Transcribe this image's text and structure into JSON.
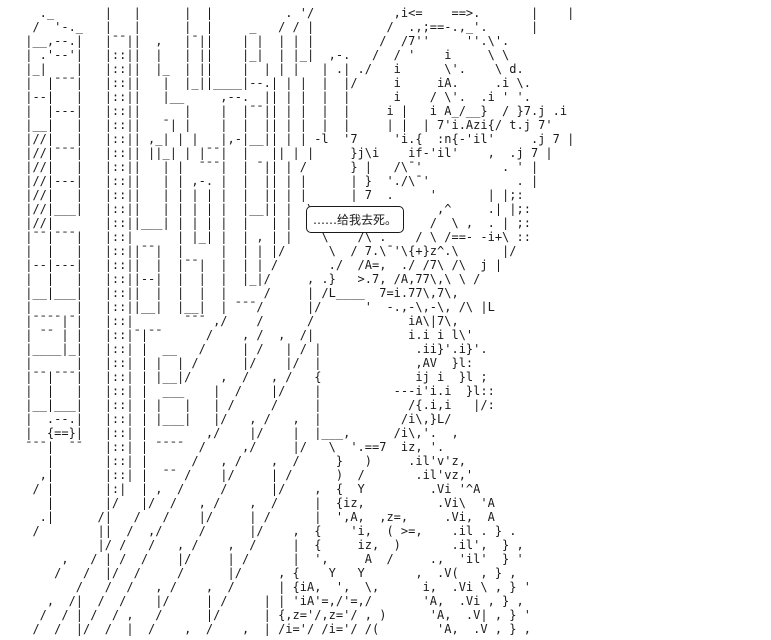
{
  "page": {
    "background_color": "#ffffff",
    "ink_color": "#1a1a1a",
    "description": "Monochrome 2channel-style ASCII art scene of a character with long hair beside an interior line structure"
  },
  "speech_bubble": {
    "text": "……给我去死。"
  },
  "ascii_art": {
    "lines": [
      "   ._       |   |      |  |          . '/           ,i<=    ==>.       |    |",
      "  /  '-._   |   |      |  |     _   / / |          /  .,;==-.,_'.      |",
      " |__,--.|   |¯¯||  ,   |¯||    | |  | | |         /  /7''     ''.\\'.",
      " | .'--'|   |::||  |   | ||    |_|  | |_|  ,-.   /  / '    i     \\ \\",
      " |_|    |   |::||  |_  | ||    |  | | |   | .| ./   i      \\'.    \\ d.",
      " |  |¯¯¯|   |::||   |  |_||____|--.| | |  |  |/     i     iA.     .i \\.",
      " |--|   |   |::||   |__     ,--.  || | |  |  |      i    / \\'.  .i ' '.",
      " |  |---|   |::||      |    |  |¯¯|| | |  |  |     i |   i A_/__}  / }7.j .i",
      " |__|   |   |::||   ¯| |    |  |  || | |  |  |     | |  | 7'i.Azi{/ t.j 7'",
      " |//|   |   |::|| ,_| | |   |,-|__|| | | -l  '7     'i.{  :n{-'il'     .j 7 |",
      " |//|¯¯¯|   |::|| ||_| | |¯¯|  |   || | |     }j\\i    if-'il'    ,  .j 7 |",
      " |//|   |   |::||   | |  ¯¯¯|  | ¯|| | /      } |   /\\¯'           . ' |",
      " |//|---|   |::||   | | ,-. |  |  || | |      | }  './\\¯'            . |",
      " |//|   |   |::||   | | | | |  |  || | |      | 7  .     '       | |;:",
      " |//|___|   |::||   | | | | |  |__|| |  \\                 ,^     .| |;:",
      " |//|       |::||___| | | | |  |   | |   \\               /  \\ ,  . | ;:",
      " |¯¯|¯¯¯|   |::|      | |_| |  | , | |    \\    /\\ .    / \\ /==- -i+\\ ::",
      " |  |   |   |::||¯¯|  |     |  | | |/      \\  / 7.\\¯'\\{+}z^.\\      |/",
      " |--|---|   |::||  |  |¯¯|  |  | | /       ./  /A=,  ./ /7\\ /\\  j |",
      " |  |   |   |::||--|  |  |  |  |_|/     , .}   >.7, /A,77\\,\\ \\ /",
      " |__|___|   |::||  |  |  |  |     /     | /L____  7=i.77\\,7\\,",
      " |      |   |::||__|  |__|  | ¯¯¯/      |/      '  -.,-\\,-\\, /\\ |L",
      " |¯¯¯¯|¯|   |::|       ¯¯¯ ,/    /      /             iA\\|7\\,",
      " | ¯¯ | |   |::|¯|¯¯      /    , /  ,  /|             i.i i l\\'",
      " |____|_|   |::| |  __   /     | /   | / |             .ii}'.i}'.",
      " |      |   |::| | |  | /      |/    |/  |             ,AV  }l:",
      " |¯¯|¯¯¯|   |::| | |__|/    ,  /   , /   {             ij i  }l ;",
      " |  |   |   |::| |  ___    |  /    |/    |          ---i'i.i  }l::",
      " |__|___|   |::| | |   |   | /     /     |            /{.i,i   |/:",
      " |  .--.|   |::| | |___|   |/   , /   ,  |           /i\\,}L/",
      " |  {==}|   |::| |        ,/    |/    |  |___,      /i\\,'.  ,",
      " ¯¯¯|  ¯¯   |::| | ¯¯¯¯  /     ,/     |/   \\  '.==7  iz, '.",
      "    |       |::| |      /   , /    ,  /     }   )     .il'v'z,",
      "   ,|       |::| |  ¯¯ /    |/     | /      )  /       .il'vz,'",
      "  / |       |:|  | ,  /     /      |/    ,  {  Y         .Vi '^A",
      "    |       |/   |/  /   , /    ,  /     |  {iz,          .Vi\\  'A",
      "   .|      /|   /   /    |/     | /      |  ',A,  ,z=,     .Vi,  A",
      "  /        ||  /  ,/     /      |/    ,  {    'i,  ( >=,    .il . } .",
      "           |/ /   /   , /    ,  /     |  {     iz,  )       .il',  } ,",
      "      ,   / | /  /    |/     | /      |  ',     A  /     .,  'il'  } '",
      "     /   /  |/  /     /      |/     , {    Y   Y       ,  .V(   , } ,",
      "        /   /  /   , /    ,  /      | {iA,  ',  \\,      i,  .Vi \\ , } '",
      "    ,  /|  /  /    |/     | /     | | 'iA'=,/'=,/       'A,  .Vi , } ,",
      "   /  / | /  / ,   /      |/      | {,z='/,z='/ , )      'A,  .V| , } '",
      "  /  /  |/  /  |  /    ,  /    ,  | /i='/ /i='/ /(        'A,  .V , } ,"
    ]
  }
}
